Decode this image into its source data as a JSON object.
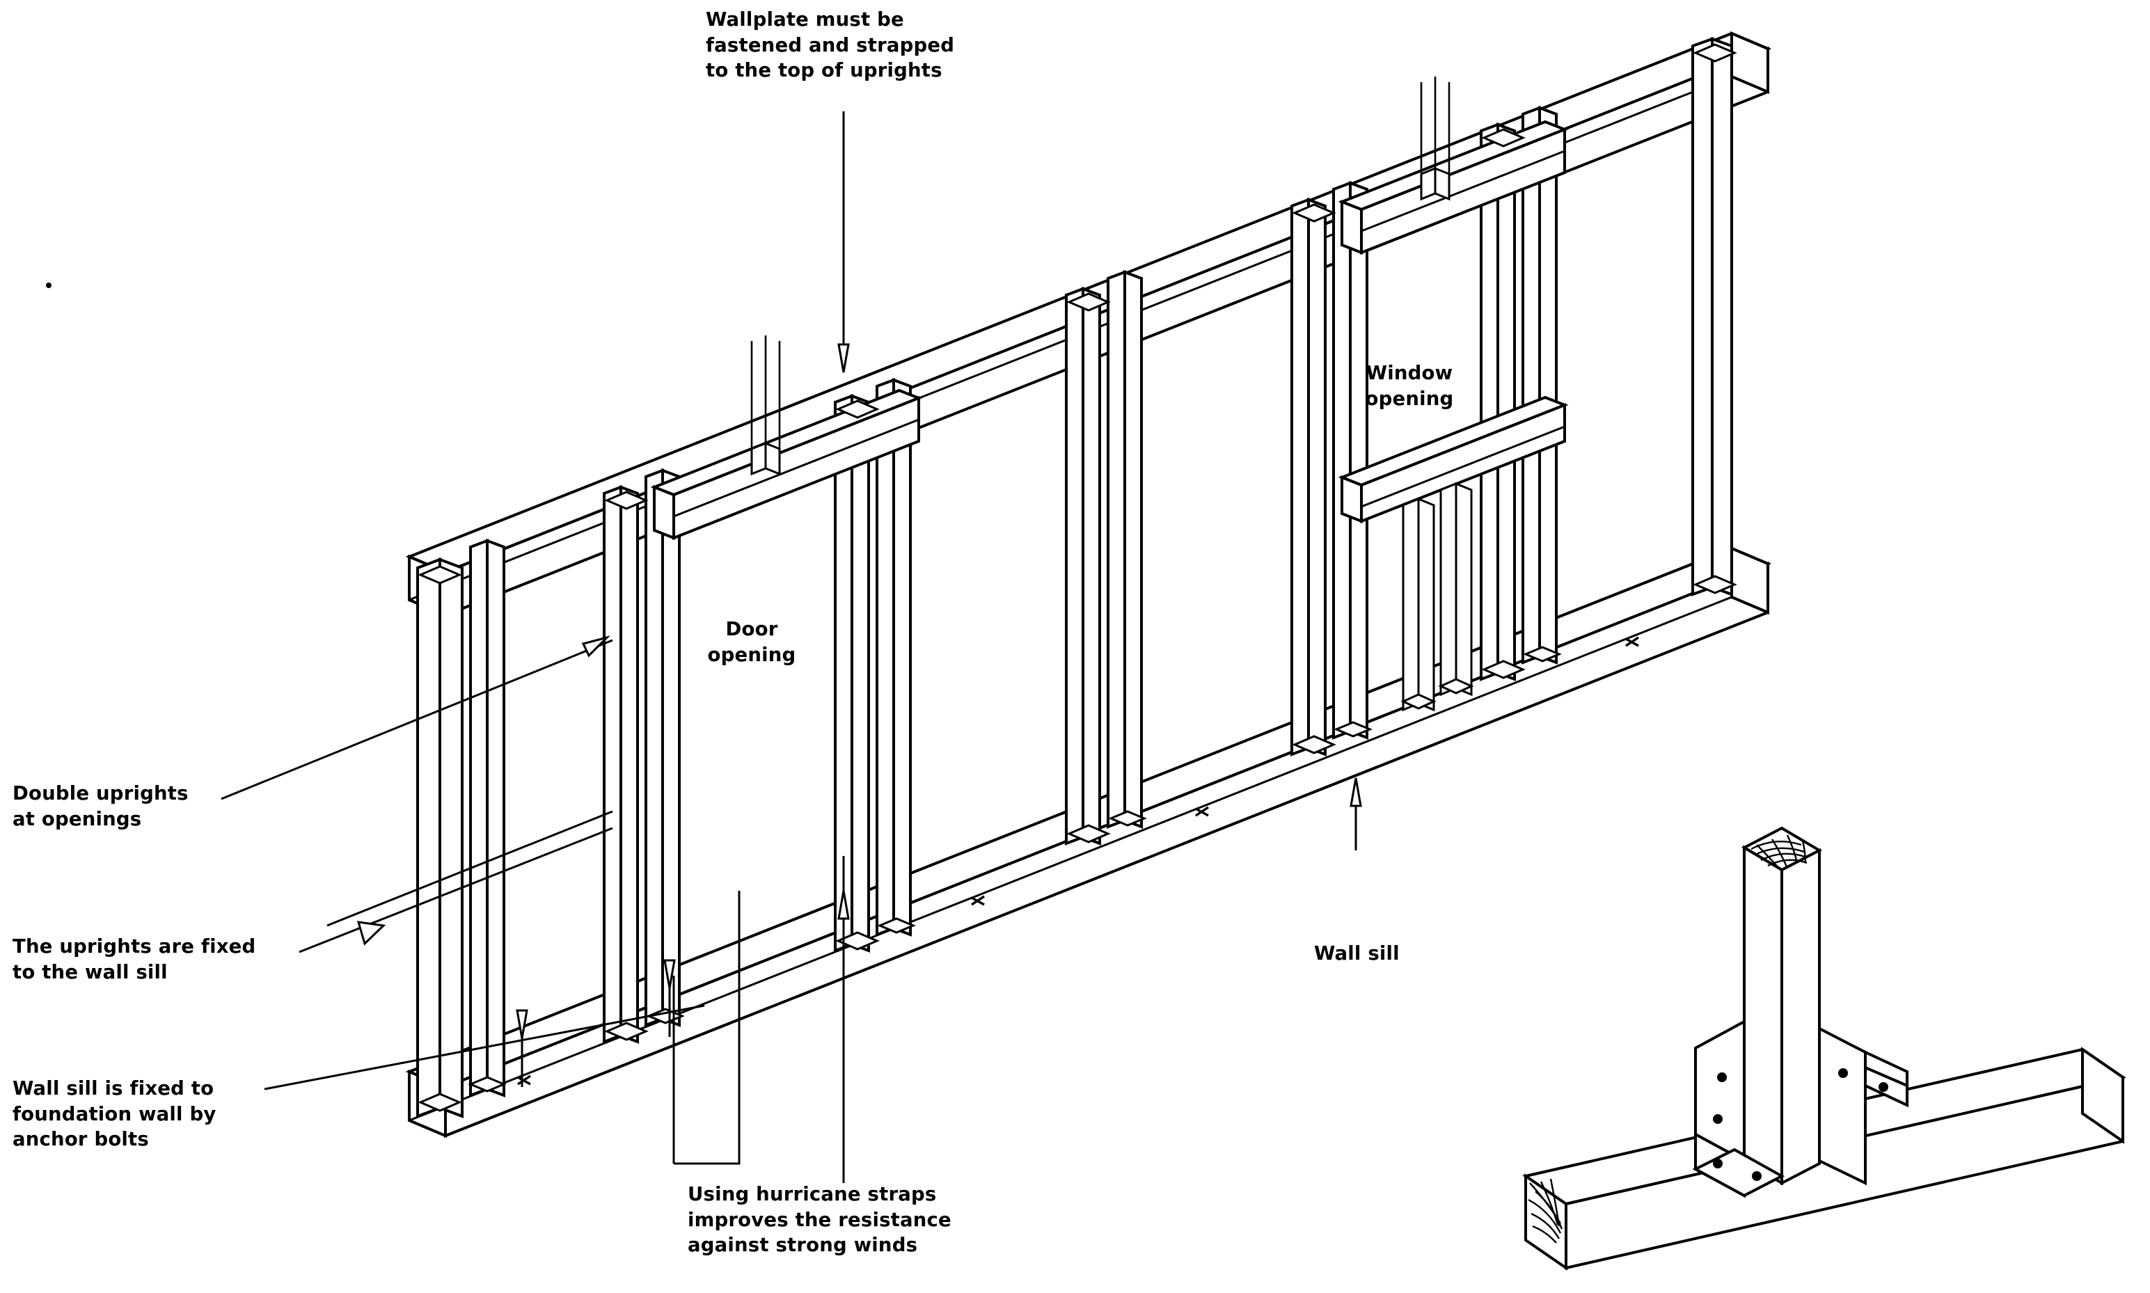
{
  "diagram": {
    "title_visible": false,
    "subject": "Isometric timber wall frame construction detail",
    "line_color": "#000000",
    "background_color": "#ffffff"
  },
  "annotations": {
    "wallplate": {
      "id": "wallplate-note",
      "text": "Wallplate must be\nfastened and strapped\nto the top of uprights",
      "position": "top-center"
    },
    "double_uprights": {
      "id": "double-uprights-note",
      "text": "Double uprights\nat openings",
      "position": "left"
    },
    "uprights_fixed": {
      "id": "uprights-fixed-note",
      "text": "The uprights are fixed\nto the wall sill",
      "position": "left"
    },
    "wall_sill_anchor": {
      "id": "wall-sill-anchor-note",
      "text": "Wall sill is fixed to\nfoundation wall by\nanchor bolts",
      "position": "bottom-left"
    },
    "hurricane_straps": {
      "id": "hurricane-straps-note",
      "text": "Using hurricane straps\nimproves the resistance\nagainst strong winds",
      "position": "bottom-center"
    },
    "wall_sill": {
      "id": "wall-sill-label",
      "text": "Wall sill",
      "position": "right-center"
    },
    "door_opening": {
      "id": "door-opening-label",
      "text": "Door\nopening",
      "position": "in-figure-left"
    },
    "window_opening": {
      "id": "window-opening-label",
      "text": "Window\nopening",
      "position": "in-figure-right"
    }
  },
  "components": {
    "wallplate": "top horizontal member",
    "wall_sill": "bottom horizontal member",
    "uprights": "vertical studs",
    "double_uprights": "paired studs at door and window openings",
    "door_header": "lintel over door opening",
    "window_header": "lintel over window opening",
    "window_sill": "horizontal member under window opening",
    "cripple_studs": "short studs above headers",
    "hurricane_straps": "metal angle brackets at stud-to-sill joints",
    "anchor_bolts": "fixings through wall sill into foundation"
  },
  "detail_inset": {
    "id": "strap-detail",
    "description": "Upright post fixed to wall sill with two angle straps",
    "strap_count": 2,
    "nail_holes_per_strap": 4
  }
}
